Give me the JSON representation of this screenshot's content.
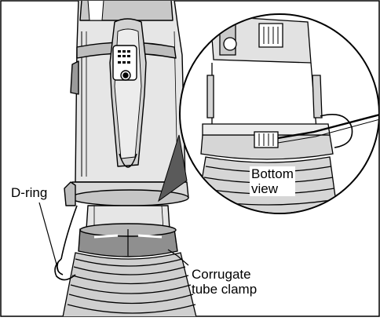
{
  "labels": {
    "d_ring": "D-ring",
    "bottom_view": [
      "Bottom",
      "view"
    ],
    "corrugate_clamp": [
      "Corrugate",
      "tube clamp"
    ]
  },
  "colors": {
    "ink": "#000000",
    "shade_light": "#d6d6d6",
    "shade_mid": "#a8a8a8",
    "shade_dark": "#5a5a5a",
    "background": "#ffffff"
  }
}
